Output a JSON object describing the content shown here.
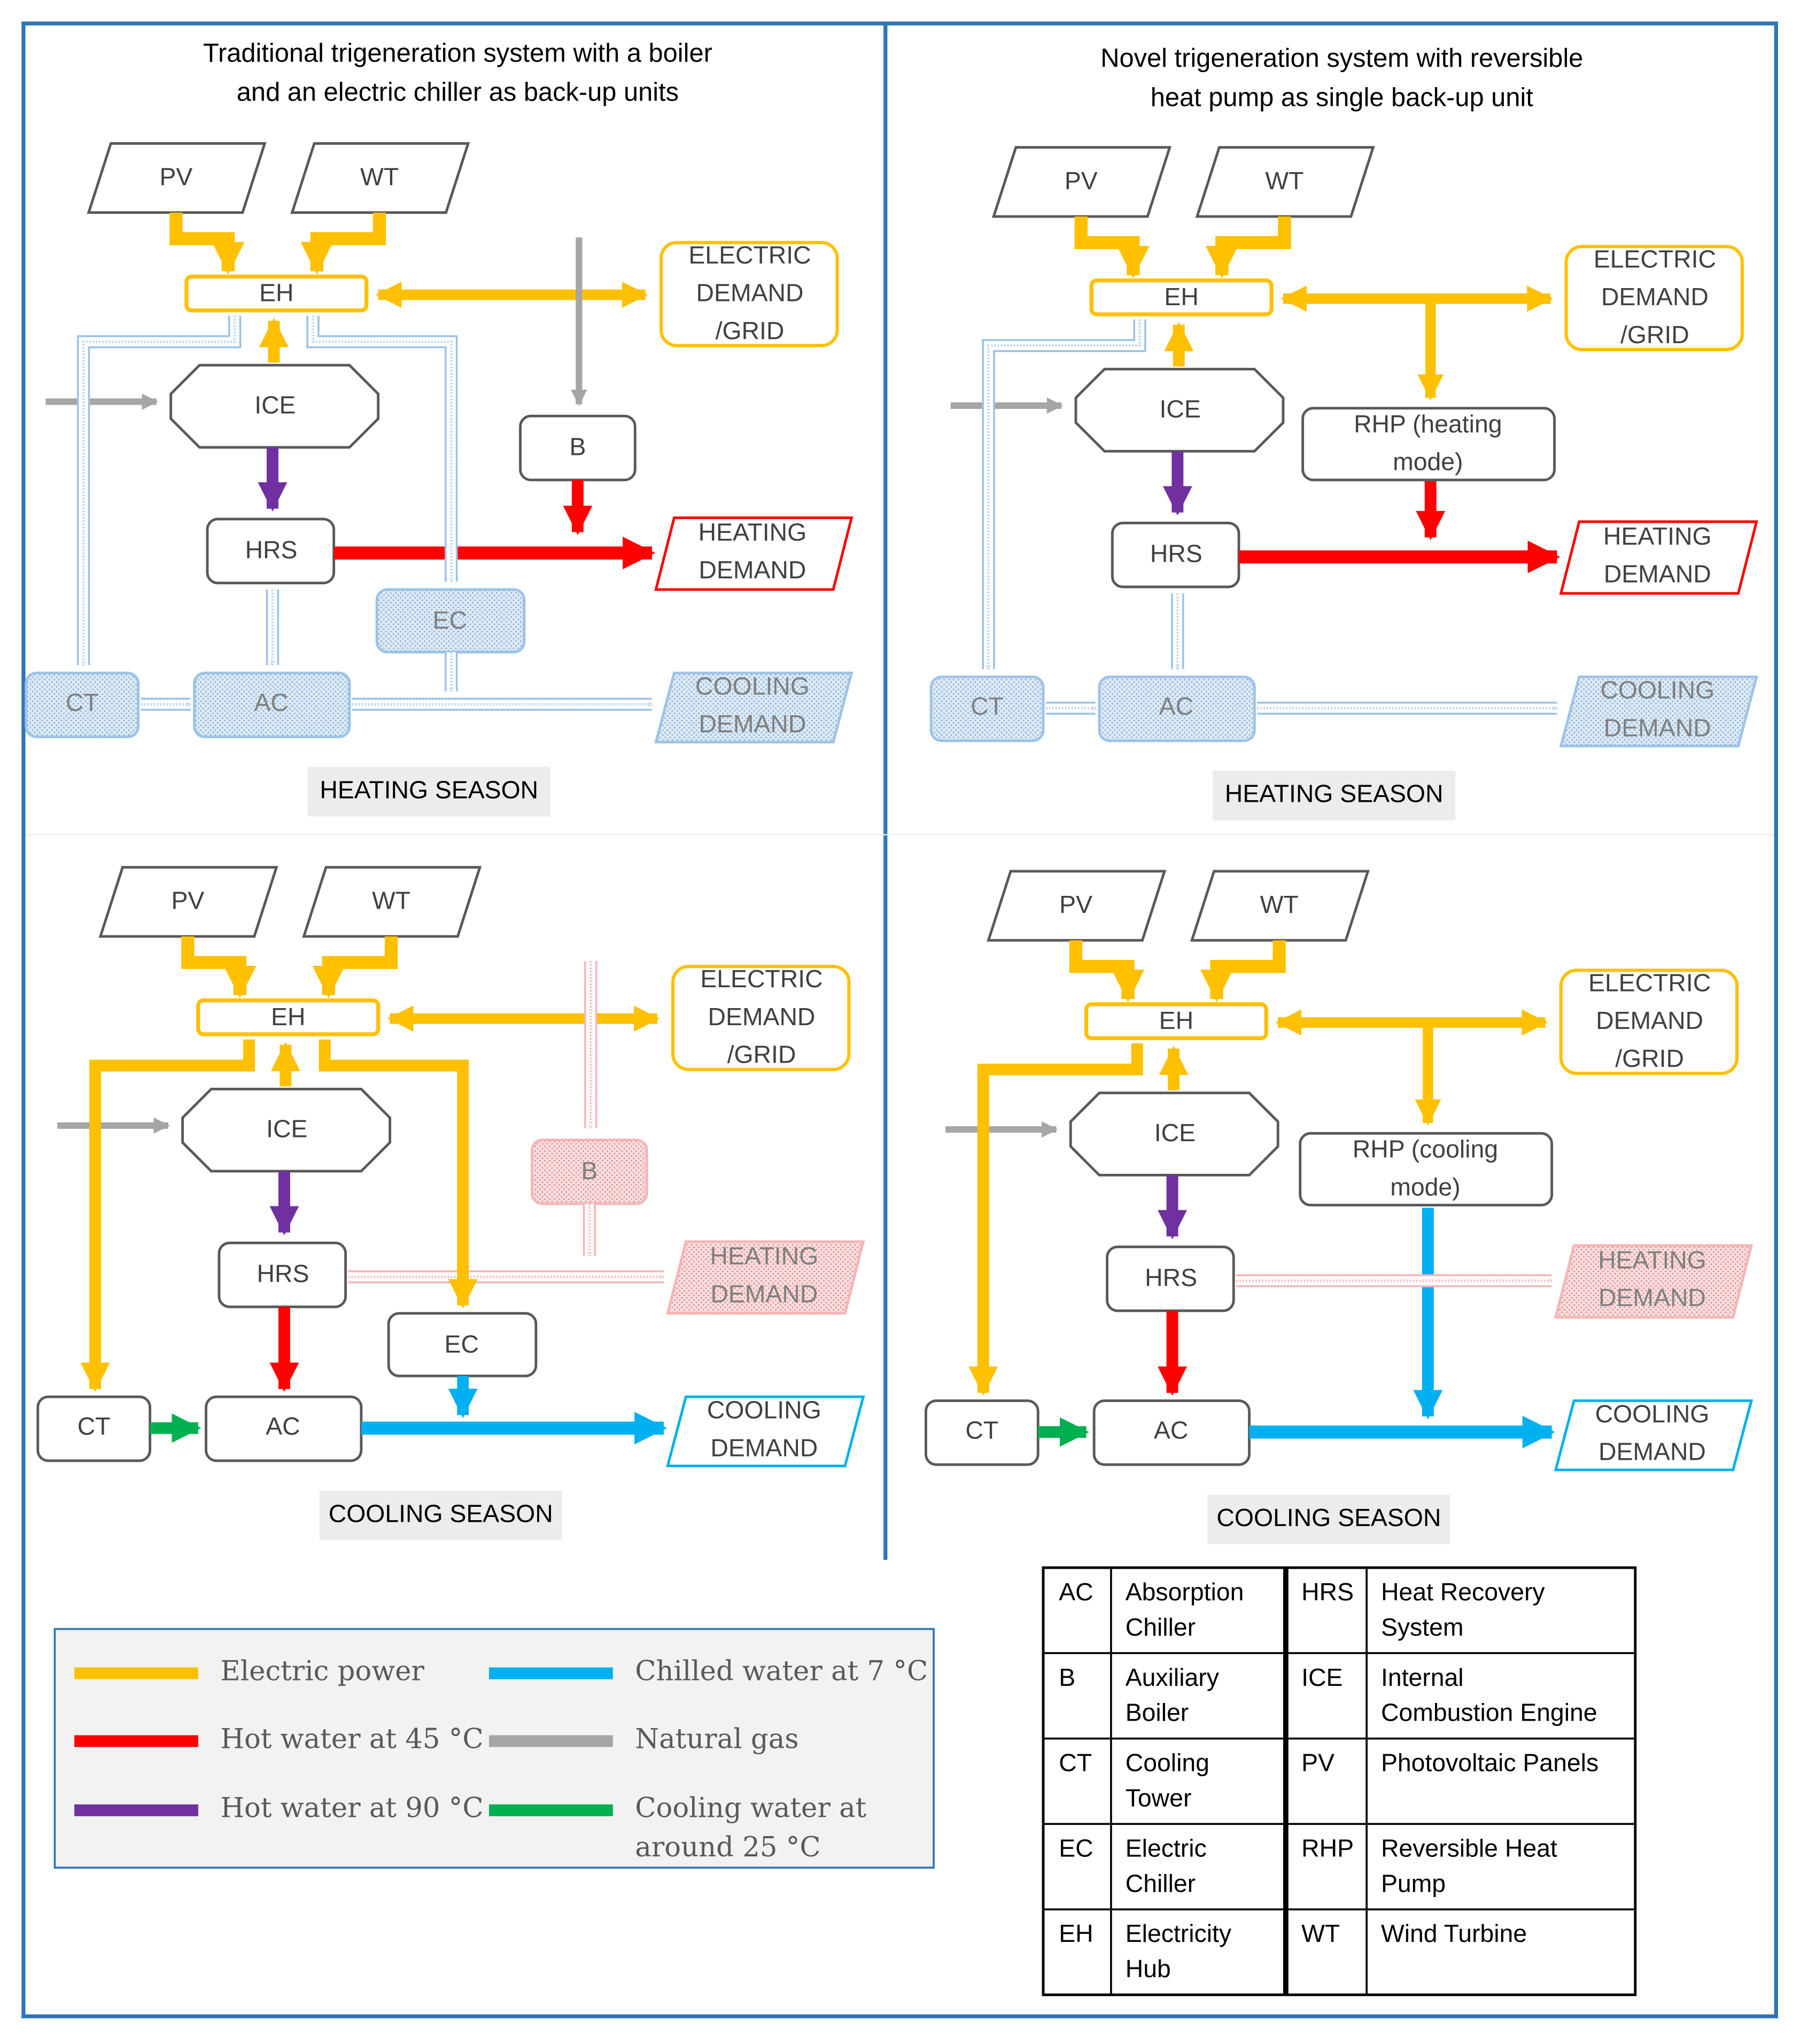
{
  "titles": {
    "traditional": [
      "Traditional trigeneration system with a boiler",
      "and an electric chiller as back-up units"
    ],
    "novel": [
      "Novel trigeneration system with reversible",
      "heat pump as single back-up unit"
    ]
  },
  "labels": {
    "pv": "PV",
    "wt": "WT",
    "eh": "EH",
    "ice": "ICE",
    "hrs": "HRS",
    "b": "B",
    "ec": "EC",
    "ct": "CT",
    "ac": "AC",
    "electric_demand": [
      "ELECTRIC",
      "DEMAND",
      "/GRID"
    ],
    "heating_demand": [
      "HEATING",
      "DEMAND"
    ],
    "cooling_demand": [
      "COOLING",
      "DEMAND"
    ],
    "rhp_heating": [
      "RHP (heating",
      "mode)"
    ],
    "rhp_cooling": [
      "RHP (cooling",
      "mode)"
    ]
  },
  "seasons": {
    "heating": "HEATING SEASON",
    "cooling": "COOLING SEASON"
  },
  "legend": [
    {
      "label": [
        "Electric power"
      ],
      "color": "#ffc000"
    },
    {
      "label": [
        "Chilled water at 7 °C"
      ],
      "color": "#00b0f0"
    },
    {
      "label": [
        "Hot water at 45 °C"
      ],
      "color": "#ff0000"
    },
    {
      "label": [
        "Natural gas"
      ],
      "color": "#a6a6a6"
    },
    {
      "label": [
        "Hot water at 90 °C"
      ],
      "color": "#7030a0"
    },
    {
      "label": [
        "Cooling water at",
        "around 25 °C"
      ],
      "color": "#00b050"
    }
  ],
  "glossary": [
    {
      "abbr": "AC",
      "def": [
        "Absorption",
        "Chiller"
      ],
      "abbr2": "HRS",
      "def2": [
        "Heat Recovery",
        "System"
      ]
    },
    {
      "abbr": "B",
      "def": [
        "Auxiliary",
        "Boiler"
      ],
      "abbr2": "ICE",
      "def2": [
        "Internal",
        "Combustion Engine"
      ]
    },
    {
      "abbr": "CT",
      "def": [
        "Cooling",
        "Tower"
      ],
      "abbr2": "PV",
      "def2": [
        "Photovoltaic Panels"
      ]
    },
    {
      "abbr": "EC",
      "def": [
        "Electric",
        "Chiller"
      ],
      "abbr2": "RHP",
      "def2": [
        "Reversible Heat",
        "Pump"
      ]
    },
    {
      "abbr": "EH",
      "def": [
        "Electricity",
        "Hub"
      ],
      "abbr2": "WT",
      "def2": [
        "Wind Turbine"
      ]
    }
  ],
  "colors": {
    "electric": "#ffc000",
    "hot45": "#ff0000",
    "hot90": "#7030a0",
    "chilled": "#00b0f0",
    "gas": "#a6a6a6",
    "coolingwater": "#00b050",
    "frame": "#2e75b6",
    "box": "#595959",
    "faded_blue": "#9dc3e6",
    "faded_red": "#f4b6b6"
  }
}
